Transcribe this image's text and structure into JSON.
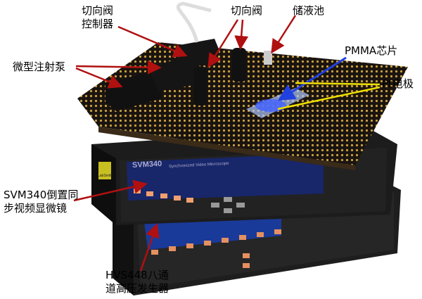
{
  "labels": {
    "valve_controller": [
      "切向阀",
      "控制器"
    ],
    "valve": "切向阀",
    "reservoir": "储液池",
    "chip": "PMMA芯片",
    "electrode": "Pt电极",
    "syringe_pump": "微型注射泵",
    "microscope": [
      "SVM340倒置同",
      "步视频显微镜"
    ],
    "hv_generator": [
      "HVS448八通",
      "道高压发生器"
    ]
  },
  "device_text": {
    "microscope_model": "SVM340",
    "microscope_name": "Synchronized Video Microscope",
    "brand": "LabSmith"
  },
  "colors": {
    "arrow_red": "#b01010",
    "arrow_blue": "#2040e0",
    "line_yellow": "#f0e000"
  }
}
